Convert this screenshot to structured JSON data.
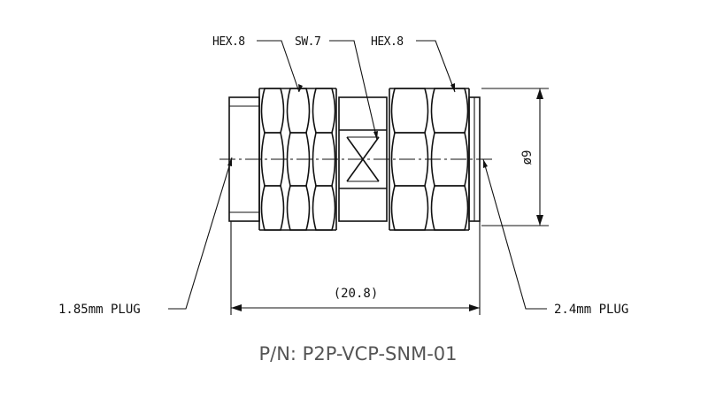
{
  "callouts": {
    "hex_left": "HEX.8",
    "sw": "SW.7",
    "hex_right": "HEX.8",
    "diameter": "ø9",
    "length": "(20.8)",
    "left_plug": "1.85mm PLUG",
    "right_plug": "2.4mm PLUG"
  },
  "part_number": "P/N: P2P-VCP-SNM-01"
}
